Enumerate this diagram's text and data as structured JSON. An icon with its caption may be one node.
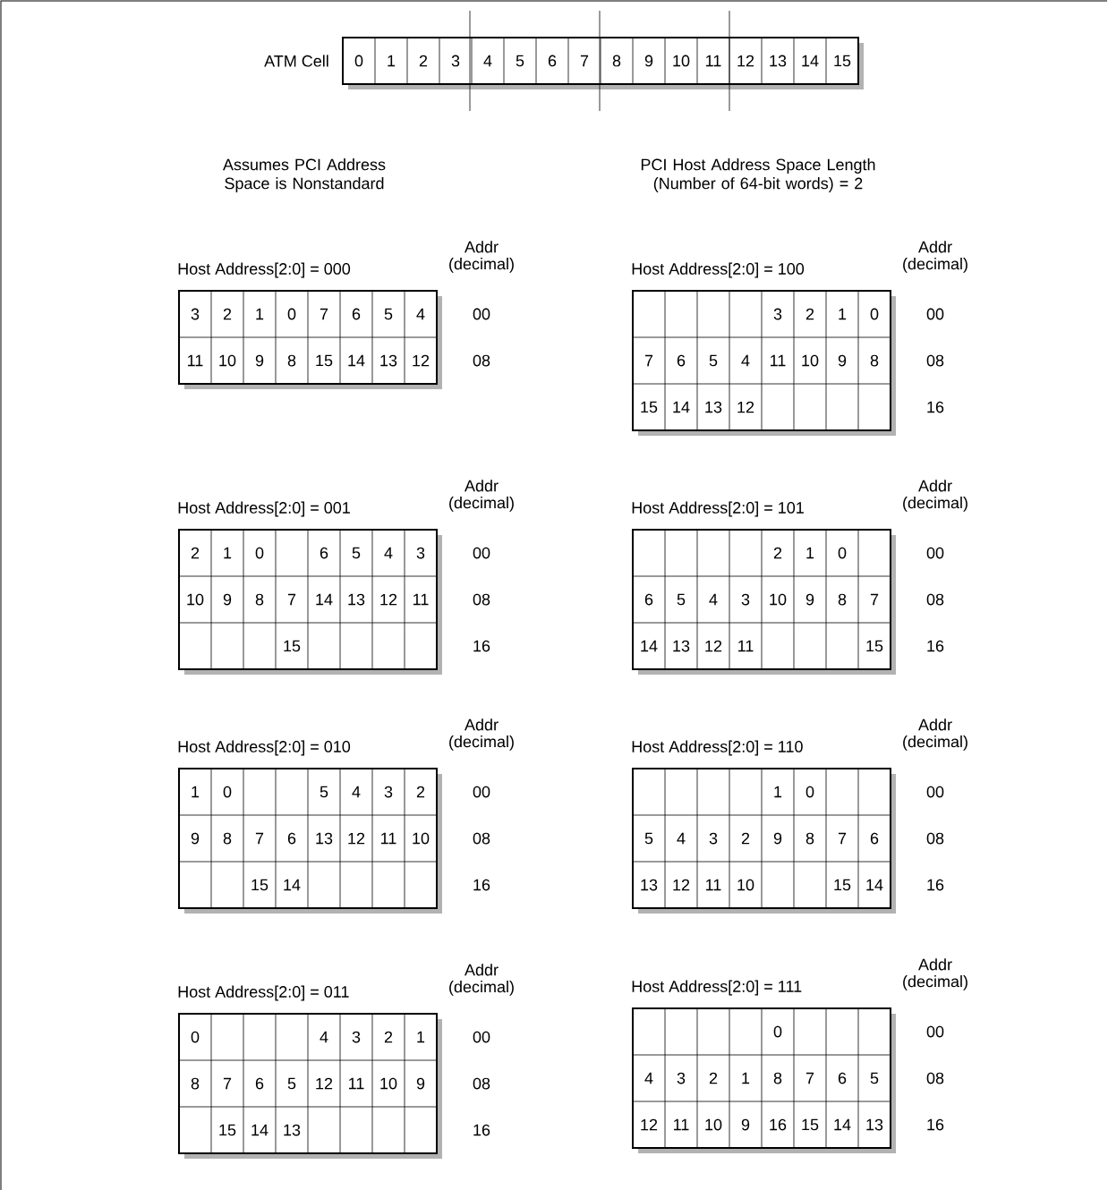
{
  "diagram": {
    "labels": [
      "ATM Cell",
      "0",
      "1",
      "2",
      "3",
      "4",
      "5",
      "6",
      "7",
      "8",
      "9",
      "10",
      "11",
      "12",
      "13",
      "14",
      "15",
      "Assumes PCI Address Space is Nonstandard",
      "PCI Host Address Space Length (Number of 64-bit words) = 2",
      "Host Address[2:0] = 000",
      "Addr (decimal)",
      "3",
      "2",
      "1",
      "0",
      "7",
      "6",
      "5",
      "4",
      "00",
      "11",
      "10",
      "9",
      "8",
      "15",
      "14",
      "13",
      "12",
      "08",
      "Host Address[2:0] = 100",
      "Addr (decimal)",
      "3",
      "2",
      "1",
      "0",
      "00",
      "7",
      "6",
      "5",
      "4",
      "11",
      "10",
      "9",
      "8",
      "08",
      "15",
      "14",
      "13",
      "12",
      "16",
      "Host Address[2:0] = 001",
      "Addr (decimal)",
      "2",
      "1",
      "0",
      "6",
      "5",
      "4",
      "3",
      "00",
      "10",
      "9",
      "8",
      "7",
      "14",
      "13",
      "12",
      "11",
      "08",
      "15",
      "16",
      "Host Address[2:0] = 101",
      "Addr (decimal)",
      "2",
      "1",
      "0",
      "00",
      "6",
      "5",
      "4",
      "3",
      "10",
      "9",
      "8",
      "7",
      "08",
      "14",
      "13",
      "12",
      "11",
      "15",
      "16",
      "Host Address[2:0] = 010",
      "Addr (decimal)",
      "1",
      "0",
      "5",
      "4",
      "3",
      "2",
      "00",
      "9",
      "8",
      "7",
      "6",
      "13",
      "12",
      "11",
      "10",
      "08",
      "15",
      "14",
      "16",
      "Host Address[2:0] = 110",
      "Addr (decimal)",
      "1",
      "0",
      "00",
      "5",
      "4",
      "3",
      "2",
      "9",
      "8",
      "7",
      "6",
      "08",
      "13",
      "12",
      "11",
      "10",
      "15",
      "14",
      "16",
      "Host Address[2:0] = 011",
      "Addr (decimal)",
      "0",
      "4",
      "3",
      "2",
      "1",
      "00",
      "8",
      "7",
      "6",
      "5",
      "12",
      "11",
      "10",
      "9",
      "08",
      "15",
      "14",
      "13",
      "16",
      "Host Address[2:0] = 111",
      "Addr (decimal)",
      "0",
      "00",
      "4",
      "3",
      "2",
      "1",
      "8",
      "7",
      "6",
      "5",
      "08",
      "12",
      "11",
      "10",
      "9",
      "16",
      "15",
      "14",
      "13",
      "16"
    ]
  }
}
